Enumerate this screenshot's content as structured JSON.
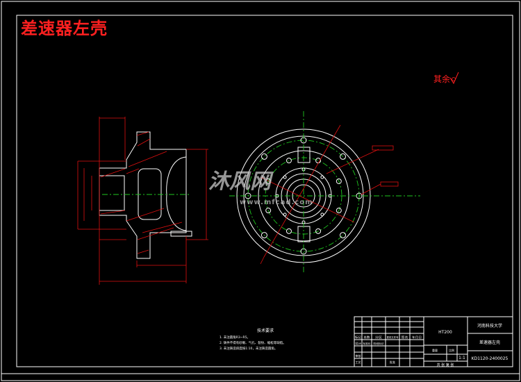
{
  "drawing": {
    "title": "差速器左壳",
    "surface_note": "其余",
    "watermark": {
      "text": "沐风网",
      "url": "www.mfcad.com"
    },
    "tech_requirements": {
      "heading": "技术要求",
      "items": [
        "1. 未注圆角R3~R5。",
        "2. 铸件不得有砂眼、气孔、裂纹、缩松等缺陷。",
        "3. 未注铸造斜度按1:10，未注铸造圆角。"
      ]
    },
    "title_block": {
      "material": "HT200",
      "school": "河南科技大学",
      "part_name": "差速器左壳",
      "drawing_no": "KD1120-2400025",
      "scale": "1:1",
      "sheets": "共 张 第 张",
      "headers": [
        "标记",
        "处数",
        "分区",
        "更改文件号",
        "签名",
        "年月日"
      ],
      "row2": [
        "设计",
        "标准化",
        "阶段标记",
        "重量",
        "比例"
      ],
      "review": "审核",
      "process": "工艺",
      "approve": "批准"
    },
    "colors": {
      "outline": "#ffffff",
      "dimension": "#e01010",
      "centerline": "#1fc81f",
      "background": "#000000"
    }
  }
}
